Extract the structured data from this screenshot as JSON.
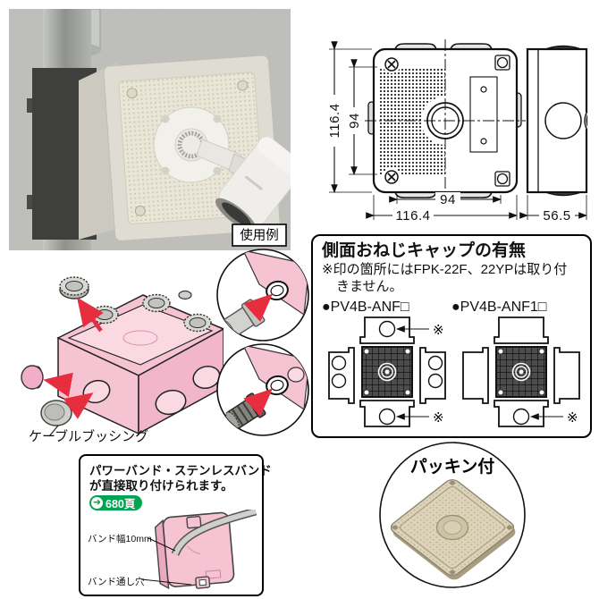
{
  "photo": {
    "caption": "使用例"
  },
  "dimensions": {
    "front_height": "116.4",
    "front_inner_height": "94",
    "front_inner_width": "94",
    "front_width": "116.4",
    "depth": "56.5"
  },
  "cap_section": {
    "title": "側面おねじキャップの有無",
    "note_line1": "※印の箇所にはFPK-22F、22YPは取り付",
    "note_line2": "きません。",
    "products": [
      {
        "label": "●PV4B-ANF□"
      },
      {
        "label": "●PV4B-ANF1□"
      }
    ],
    "asterisk": "※"
  },
  "exploded": {
    "label": "ケーブルブッシング"
  },
  "band_section": {
    "line1": "パワーバンド・ステンレスバンド",
    "line2": "が直接取り付けられます。",
    "badge_arrow": "➜",
    "badge": "680頁",
    "label_band_width": "バンド幅10mm",
    "label_band_hole": "バンド通し穴"
  },
  "packing": {
    "title": "パッキン付"
  },
  "colors": {
    "pink": "#f6c3d2",
    "pink_dark": "#eeaec4",
    "red_arrow": "#e62e3e",
    "green_badge": "#00a551",
    "gasket_beige": "#dcd3b8"
  }
}
